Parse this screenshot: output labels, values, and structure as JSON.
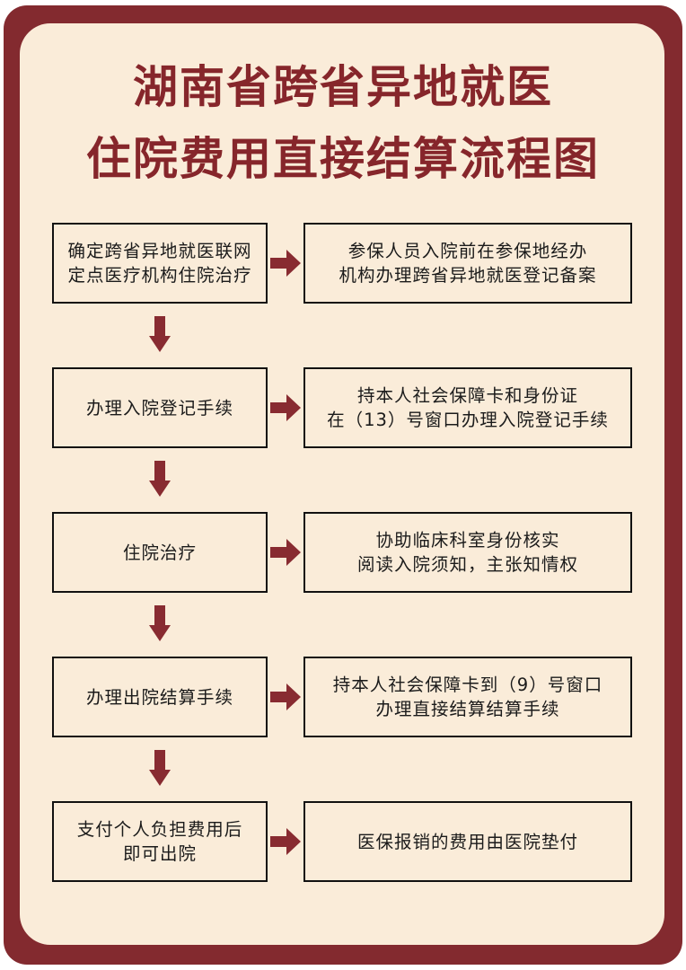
{
  "title": {
    "line1": "湖南省跨省异地就医",
    "line2": "住院费用直接结算流程图"
  },
  "steps": [
    {
      "left": [
        "确定跨省异地就医联网",
        "定点医疗机构住院治疗"
      ],
      "right": [
        "参保人员入院前在参保地经办",
        "机构办理跨省异地就医登记备案"
      ]
    },
    {
      "left": [
        "办理入院登记手续"
      ],
      "right": [
        "持本人社会保障卡和身份证",
        "在（13）号窗口办理入院登记手续"
      ]
    },
    {
      "left": [
        "住院治疗"
      ],
      "right": [
        "协助临床科室身份核实",
        "阅读入院须知，主张知情权"
      ]
    },
    {
      "left": [
        "办理出院结算手续"
      ],
      "right": [
        "持本人社会保障卡到（9）号窗口",
        "办理直接结算结算手续"
      ]
    },
    {
      "left": [
        "支付个人负担费用后",
        "即可出院"
      ],
      "right": [
        "医保报销的费用由医院垫付"
      ]
    }
  ],
  "colors": {
    "frame": "#832a2f",
    "panel": "#faecd9",
    "title": "#86262b",
    "arrow": "#882b31",
    "box_border": "#111111"
  }
}
